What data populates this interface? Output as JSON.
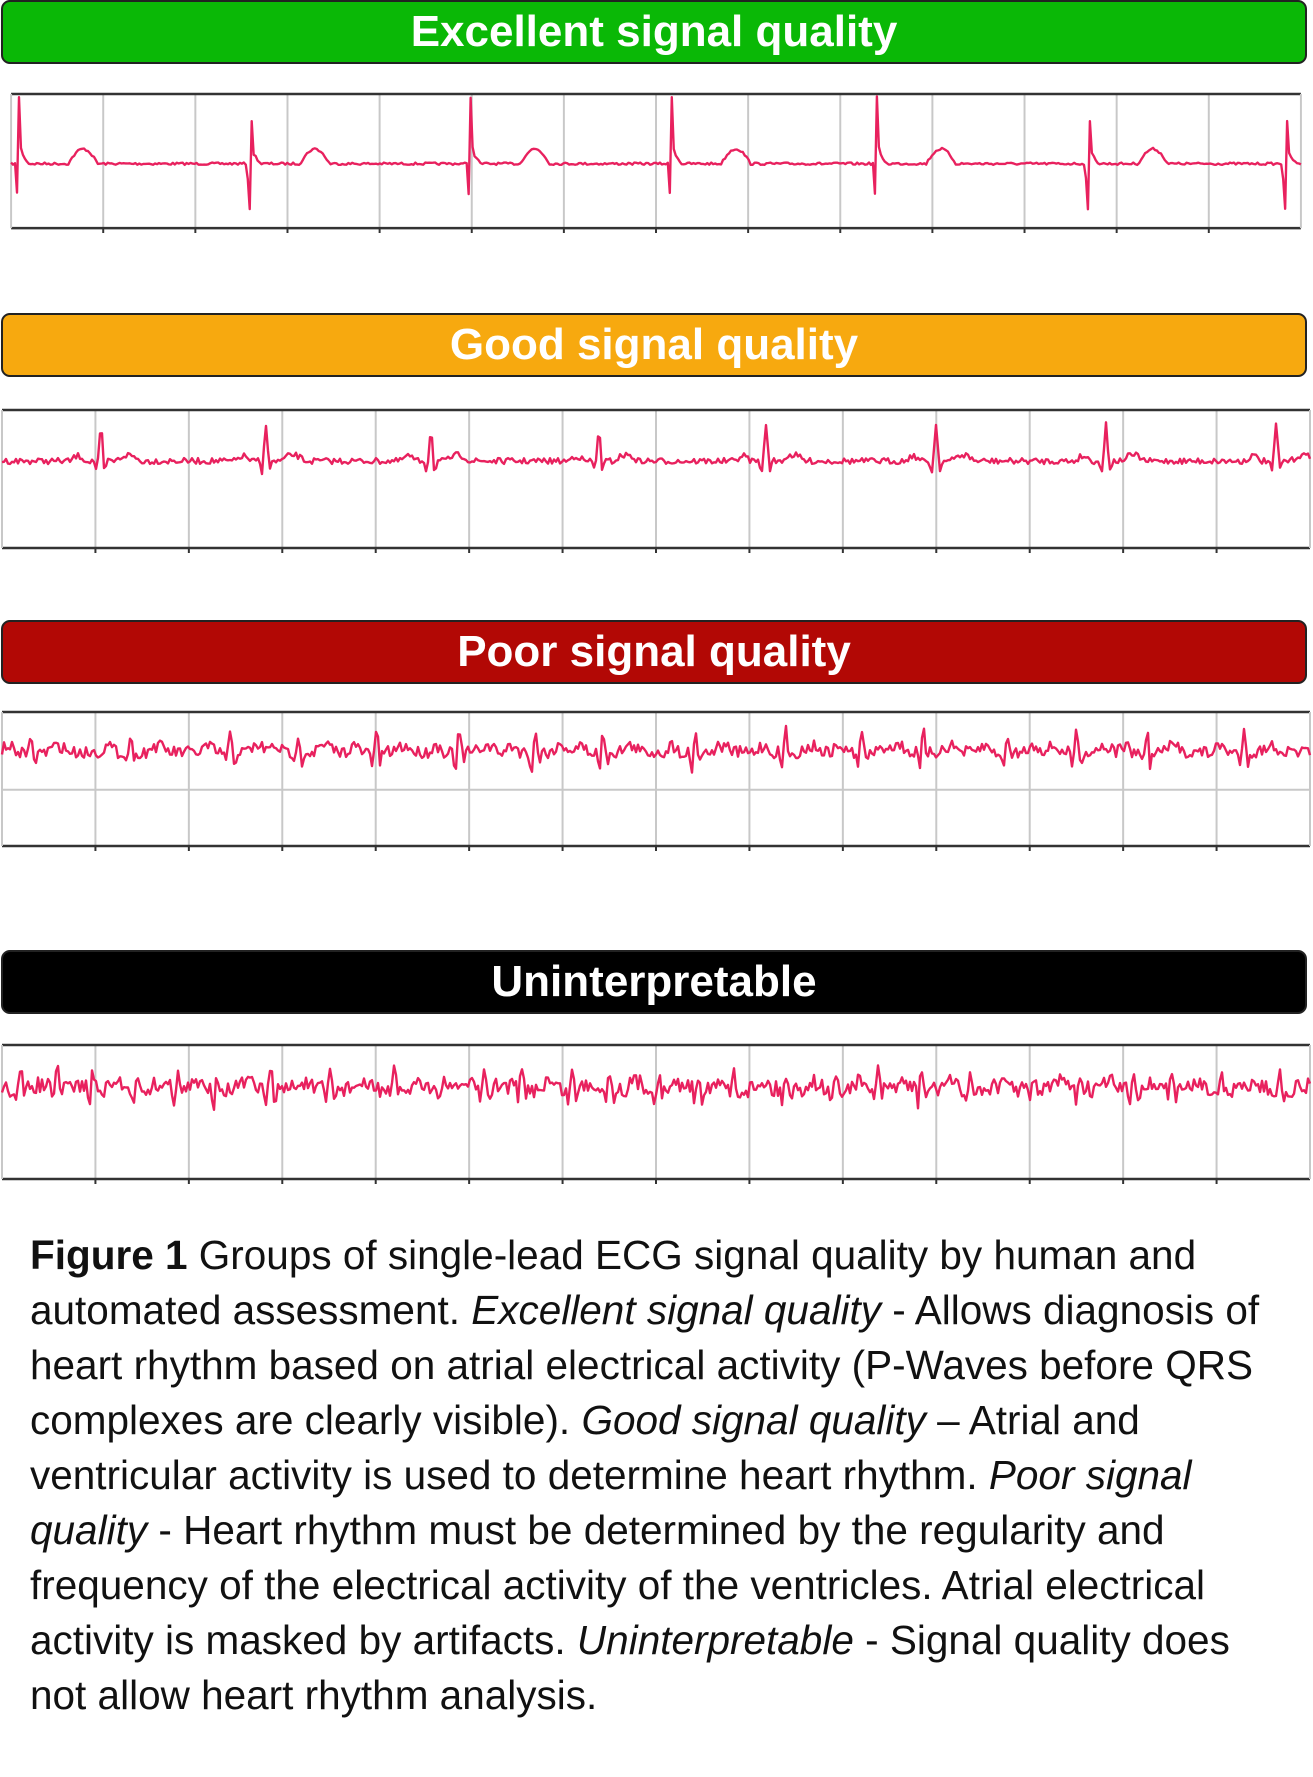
{
  "colors": {
    "trace": "#e8215e",
    "grid": "#c8c8c8",
    "axis": "#333333"
  },
  "panels": [
    {
      "label": "Excellent signal quality",
      "color": "#0ab806",
      "grid_cols": 14,
      "rows": 1,
      "quality": "excellent"
    },
    {
      "label": "Good signal quality",
      "color": "#f7a90f",
      "grid_cols": 14,
      "rows": 1,
      "quality": "good"
    },
    {
      "label": "Poor signal quality",
      "color": "#b20805",
      "grid_cols": 14,
      "rows": 2,
      "quality": "poor"
    },
    {
      "label": "Uninterpretable",
      "color": "#000000",
      "grid_cols": 14,
      "rows": 1,
      "quality": "uninterpretable"
    }
  ],
  "caption": {
    "figure_label": "Figure 1",
    "intro": " Groups of single-lead ECG signal quality by human and automated assessment. ",
    "excellent_term": "Excellent signal quality",
    "excellent_text": " - Allows diagnosis of heart rhythm based on atrial electrical activity (P-Waves before QRS complexes are clearly visible). ",
    "good_term": "Good signal quality",
    "good_text": " – Atrial and ventricular activity is used to determine heart rhythm. ",
    "poor_term": "Poor signal quality",
    "poor_text": " - Heart rhythm must be determined by the regularity and frequency of the electrical activity of the ventricles. Atrial electrical activity is masked by artifacts. ",
    "unint_term": "Uninterpretable",
    "unint_text": " - Signal quality does not allow heart rhythm analysis."
  }
}
